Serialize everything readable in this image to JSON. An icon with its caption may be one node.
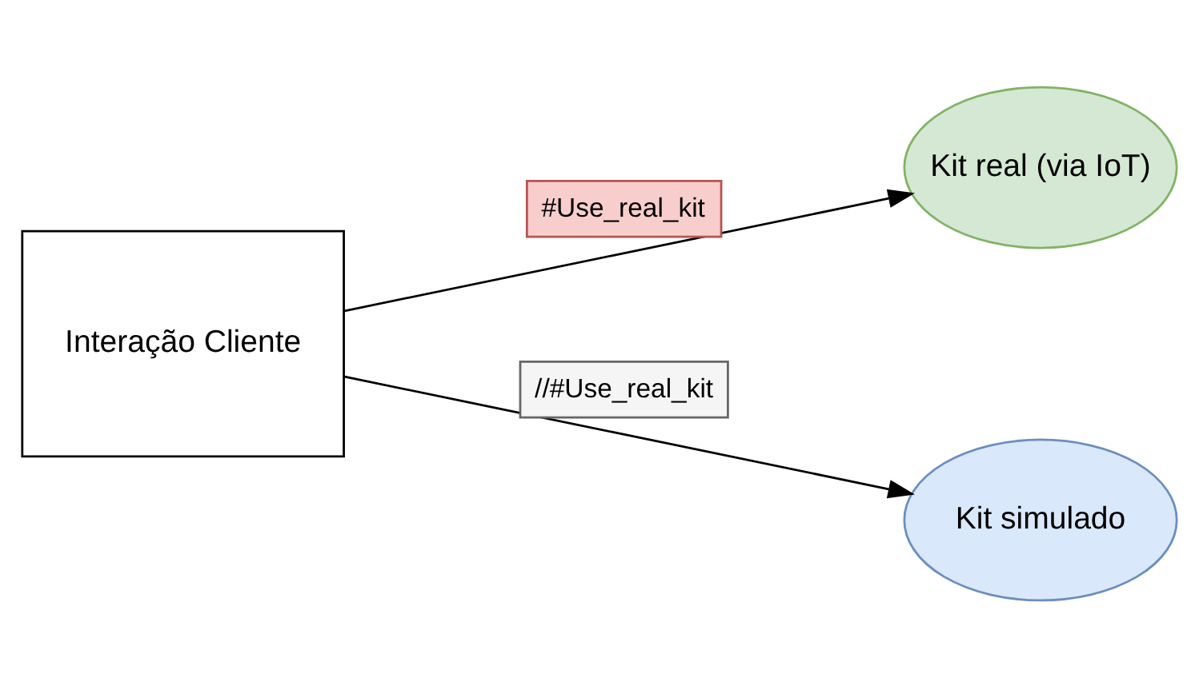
{
  "diagram": {
    "nodes": [
      {
        "text": [
          "Interação Cliente"
        ]
      },
      {
        "text": [
          "Kit real (via IoT)"
        ]
      },
      {
        "text": [
          "Kit simulado"
        ]
      }
    ],
    "edges": [
      {
        "from": 0,
        "to": 1,
        "arrow": "to",
        "label": "#Use_real_kit"
      },
      {
        "from": 0,
        "to": 2,
        "arrow": "to",
        "label": "//#Use_real_kit"
      }
    ]
  }
}
